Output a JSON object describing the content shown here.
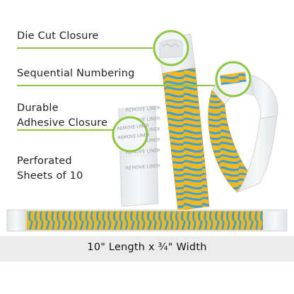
{
  "features": {
    "die_cut": "Die Cut Closure",
    "sequential": "Sequential Numbering",
    "durable_line1": "Durable",
    "durable_line2": "Adhesive Closure",
    "perforated_line1": "Perforated",
    "perforated_line2": "Sheets of 10"
  },
  "liner_text": "REMOVE LINER",
  "caption": "10\" Length x ¾\" Width",
  "colors": {
    "accent_green": "#8dc63f",
    "pattern_yellow": "#f5b81c",
    "pattern_blue": "#3aa0dc",
    "band_white": "#eef0f1",
    "caption_bg": "#ececec"
  }
}
